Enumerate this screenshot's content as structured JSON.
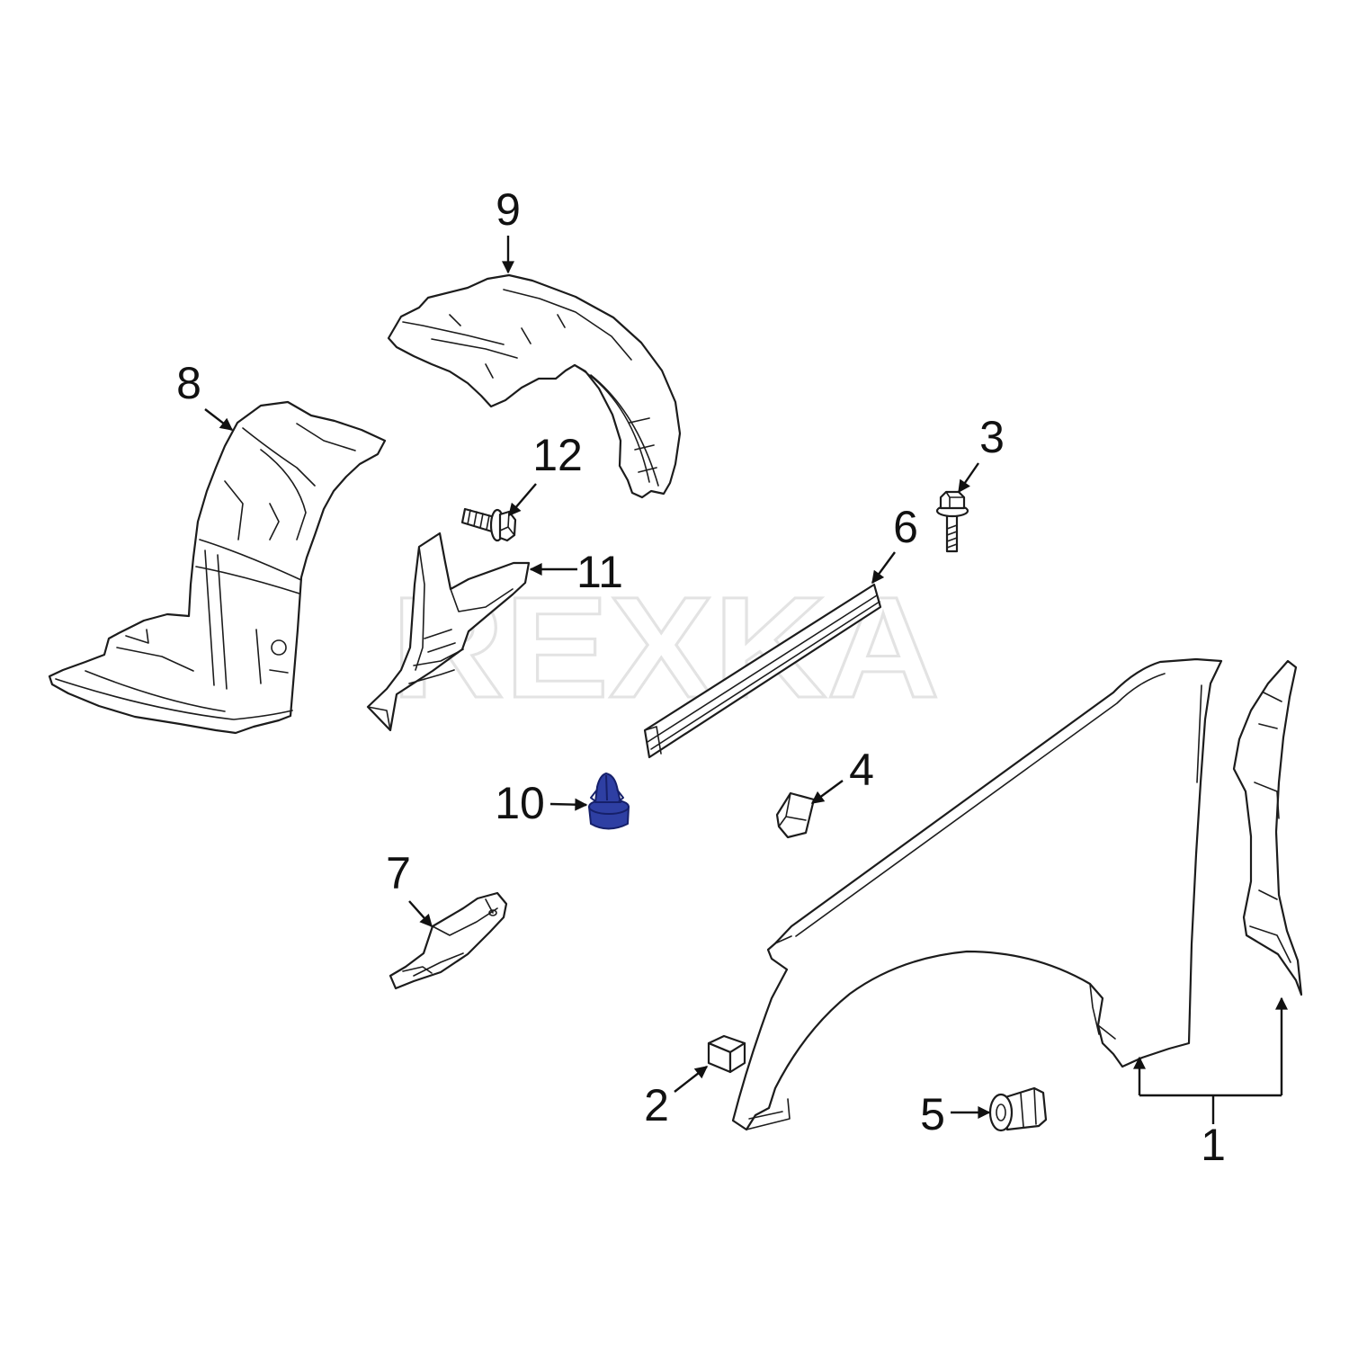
{
  "callouts": [
    "1",
    "2",
    "3",
    "4",
    "5",
    "6",
    "7",
    "8",
    "9",
    "10",
    "11",
    "12"
  ],
  "watermark": "REXKA",
  "colors": {
    "highlighted_part": "#2e3fa3"
  }
}
